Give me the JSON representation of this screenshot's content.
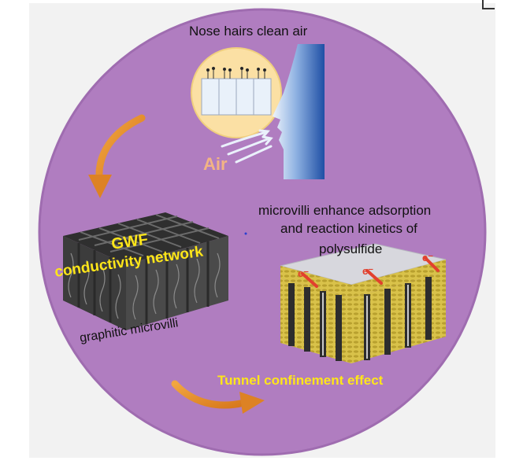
{
  "labels": {
    "nose_title": "Nose hairs clean air",
    "air": "Air",
    "gwf_line1": "GWF",
    "gwf_line2": "conductivity network",
    "graphitic": "graphitic microvilli",
    "microvilli_line1": "microvilli enhance adsorption",
    "microvilli_line2": "and reaction kinetics of",
    "microvilli_line3": "polysulfide",
    "tunnel": "Tunnel confinement effect",
    "electron": "e⁻"
  },
  "colors": {
    "circle_fill": "#b07dc0",
    "circle_edge": "#9f6cb0",
    "inset_fill": "#fbe0a4",
    "arrow_orange": "#e88f2a",
    "label_yellow": "#ffe619",
    "air_label": "#f3b483",
    "gwf_dark": "#444444",
    "gold_layer": "#d9c24a",
    "face_blue": "#7fa6dc"
  }
}
